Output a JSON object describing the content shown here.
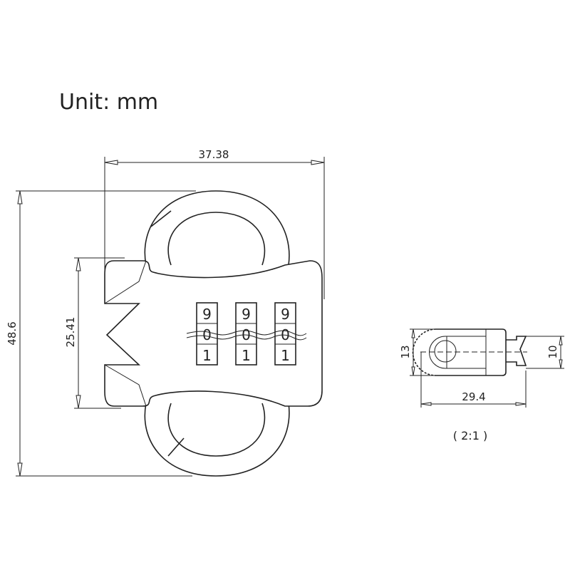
{
  "unit_label": "Unit:  mm",
  "main_view": {
    "width_dim": "37.38",
    "height_dim": "48.6",
    "body_height_dim": "25.41",
    "dials": [
      {
        "top": "9",
        "middle": "0",
        "bottom": "1"
      },
      {
        "top": "9",
        "middle": "0",
        "bottom": "1"
      },
      {
        "top": "9",
        "middle": "0",
        "bottom": "1"
      }
    ]
  },
  "detail_view": {
    "height_dim": "13",
    "pin_dim": "10",
    "length_dim": "29.4",
    "scale": "( 2:1 )"
  }
}
